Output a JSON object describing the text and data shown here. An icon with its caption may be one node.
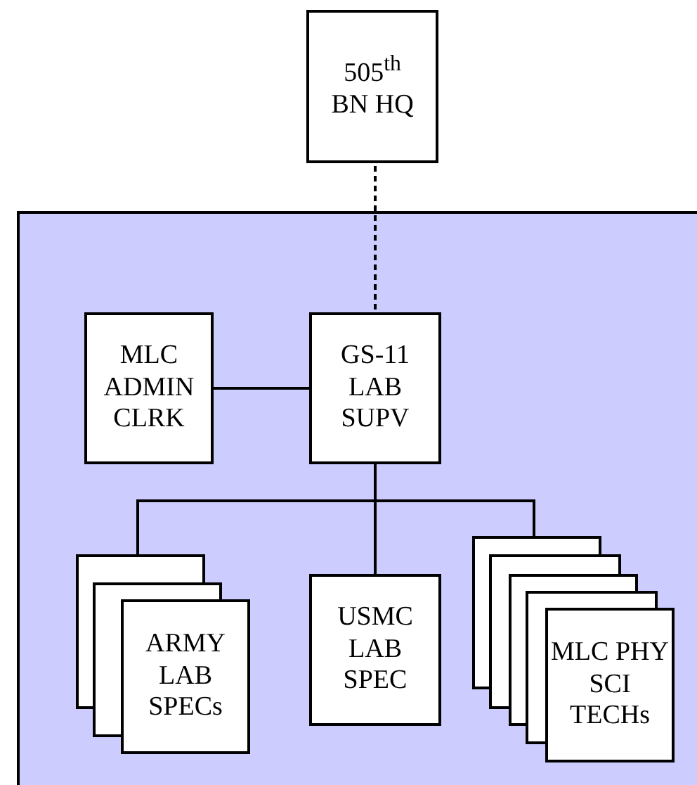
{
  "diagram": {
    "nodes": [
      {
        "text": [
          "505$^{th}$ BN HQ"
        ]
      },
      {
        "text": [],
        "shape": "box"
      },
      {
        "text": [
          "MLC ADMIN CLRK"
        ],
        "in": 1
      },
      {
        "text": [
          "GS-11 LAB SUPV"
        ],
        "in": 1
      },
      {
        "text": [
          "ARMY LAB SPECs"
        ],
        "in": 1
      },
      {
        "text": [
          "USMC LAB SPEC"
        ],
        "in": 1
      },
      {
        "text": [
          "MLC PHY SCI TECHs"
        ],
        "in": 1
      }
    ],
    "edges": [
      {
        "from": 0,
        "to": 3,
        "arrow": "none",
        "style": "dashed"
      },
      {
        "from": 2,
        "to": 3,
        "arrow": "none"
      },
      {
        "from": 3,
        "to": 4,
        "arrow": "none"
      },
      {
        "from": 3,
        "to": 5,
        "arrow": "none"
      },
      {
        "from": 3,
        "to": 6,
        "arrow": "none"
      }
    ]
  }
}
